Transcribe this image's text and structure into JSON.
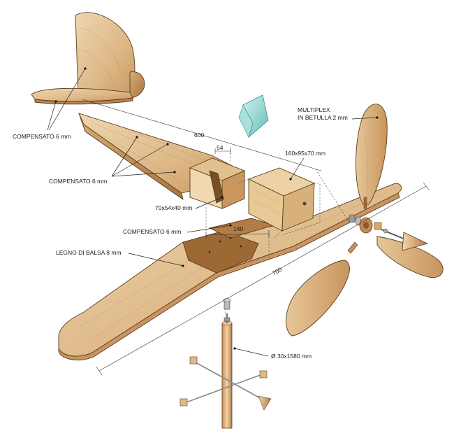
{
  "labels": {
    "tail_material": "COMPENSATO 6 mm",
    "fuselage_material": "COMPENSATO 6 mm",
    "fuselage_block": "70x54x40 mm",
    "wing_plate": "COMPENSATO 6 mm",
    "wing_material": "LEGNO DI BALSA 8 mm",
    "nose_block": "160x95x70 mm",
    "propeller_line1": "MULTIPLEX",
    "propeller_line2": "IN BETULLA 2 mm",
    "pole": "Ø 30x1580 mm"
  },
  "dimensions": {
    "fuselage_length": "600",
    "slot_width": "54",
    "wing_center": "140",
    "wingspan": "700"
  },
  "colors": {
    "wood_light": "#e8c9a0",
    "wood_mid": "#d4a873",
    "wood_dark": "#b07a45",
    "vane": "#8fd3d0",
    "metal": "#9a9a9a",
    "block_face": "#efd9ad"
  }
}
